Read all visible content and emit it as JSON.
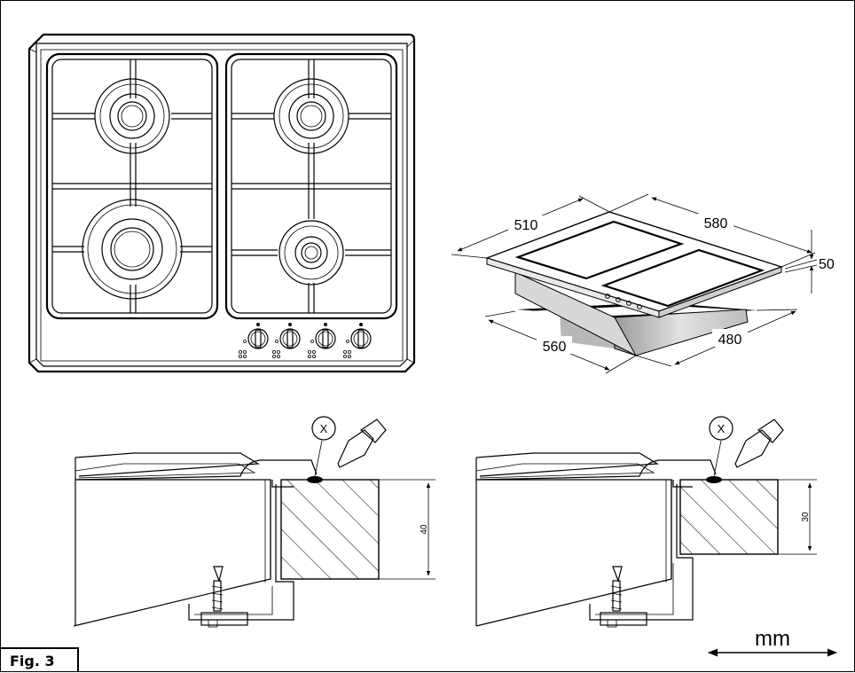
{
  "figure": {
    "label": "Fig. 3"
  },
  "dimensions": {
    "hob_depth": "510",
    "hob_width": "580",
    "hob_height": "50",
    "cutout_width": "560",
    "cutout_depth": "480"
  },
  "sections": {
    "left": {
      "marker": "X",
      "thickness": "40"
    },
    "right": {
      "marker": "X",
      "thickness": "30"
    }
  },
  "units": {
    "label": "mm"
  }
}
